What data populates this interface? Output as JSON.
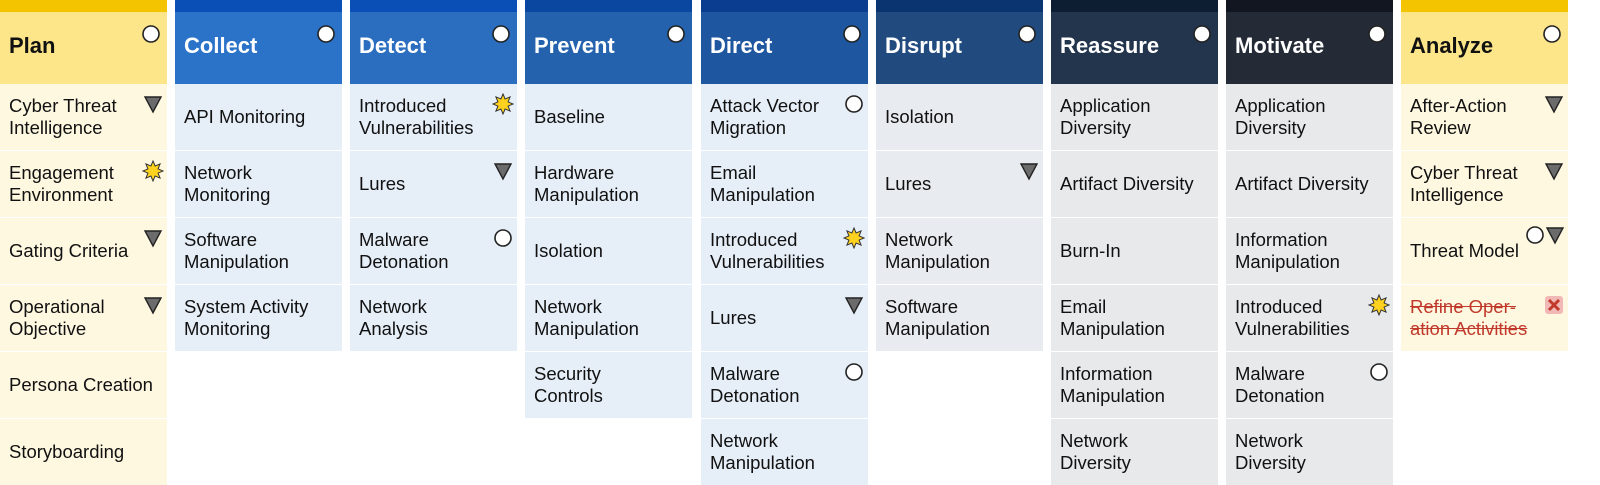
{
  "columns": [
    {
      "title": "Plan",
      "head_bg": "#fde58a",
      "top_bar": "#f5c400",
      "title_color": "#111111",
      "cell_bg": "#fff8e1",
      "items": [
        {
          "label": "Cyber Threat Intelligence",
          "lines": [
            "Cyber Threat",
            "Intelligence"
          ],
          "marker": "triangle-icon"
        },
        {
          "label": "Engagement Environment",
          "lines": [
            "Engagement",
            "Environment"
          ],
          "marker": "star-icon"
        },
        {
          "label": "Gating Criteria",
          "lines": [
            "Gating Criteria"
          ],
          "marker": "triangle-icon"
        },
        {
          "label": "Operational Objective",
          "lines": [
            "Operational",
            "Objective"
          ],
          "marker": "triangle-icon"
        },
        {
          "label": "Persona Creation",
          "lines": [
            "Persona Creation"
          ],
          "marker": ""
        },
        {
          "label": "Storyboarding",
          "lines": [
            "Storyboarding"
          ],
          "marker": ""
        }
      ]
    },
    {
      "title": "Collect",
      "head_bg": "#2b73c9",
      "top_bar": "#0a4fb5",
      "title_color": "#ffffff",
      "cell_bg": "#e6eef8",
      "items": [
        {
          "label": "API Monitoring",
          "lines": [
            "API Monitoring"
          ],
          "marker": ""
        },
        {
          "label": "Network Monitoring",
          "lines": [
            "Network",
            "Monitoring"
          ],
          "marker": ""
        },
        {
          "label": "Software Manipulation",
          "lines": [
            "Software",
            "Manipulation"
          ],
          "marker": ""
        },
        {
          "label": "System Activity Monitoring",
          "lines": [
            "System Activity",
            "Monitoring"
          ],
          "marker": ""
        }
      ]
    },
    {
      "title": "Detect",
      "head_bg": "#2b6ec0",
      "top_bar": "#0a4fb5",
      "title_color": "#ffffff",
      "cell_bg": "#e6eef8",
      "items": [
        {
          "label": "Introduced Vulnerabilities",
          "lines": [
            "Introduced",
            "Vulnerabilities"
          ],
          "marker": "star-icon"
        },
        {
          "label": "Lures",
          "lines": [
            "Lures"
          ],
          "marker": "triangle-icon"
        },
        {
          "label": "Malware Detonation",
          "lines": [
            "Malware",
            "Detonation"
          ],
          "marker": "circle-icon"
        },
        {
          "label": "Network Analysis",
          "lines": [
            "Network",
            "Analysis"
          ],
          "marker": ""
        }
      ]
    },
    {
      "title": "Prevent",
      "head_bg": "#2462ad",
      "top_bar": "#0a47a0",
      "title_color": "#ffffff",
      "cell_bg": "#e6eef8",
      "items": [
        {
          "label": "Baseline",
          "lines": [
            "Baseline"
          ],
          "marker": ""
        },
        {
          "label": "Hardware Manipulation",
          "lines": [
            "Hardware",
            "Manipulation"
          ],
          "marker": ""
        },
        {
          "label": "Isolation",
          "lines": [
            "Isolation"
          ],
          "marker": ""
        },
        {
          "label": "Network Manipulation",
          "lines": [
            "Network",
            "Manipulation"
          ],
          "marker": ""
        },
        {
          "label": "Security Controls",
          "lines": [
            "Security",
            "Controls"
          ],
          "marker": ""
        }
      ]
    },
    {
      "title": "Direct",
      "head_bg": "#1e56a0",
      "top_bar": "#0a3d8f",
      "title_color": "#ffffff",
      "cell_bg": "#e6eef8",
      "items": [
        {
          "label": "Attack Vector Migration",
          "lines": [
            "Attack Vector",
            "Migration"
          ],
          "marker": "circle-icon"
        },
        {
          "label": "Email Manipulation",
          "lines": [
            "Email",
            "Manipulation"
          ],
          "marker": ""
        },
        {
          "label": "Introduced Vulnerabilities",
          "lines": [
            "Introduced",
            "Vulnerabilities"
          ],
          "marker": "star-icon"
        },
        {
          "label": "Lures",
          "lines": [
            "Lures"
          ],
          "marker": "triangle-icon"
        },
        {
          "label": "Malware Detonation",
          "lines": [
            "Malware",
            "Detonation"
          ],
          "marker": "circle-icon"
        },
        {
          "label": "Network Manipulation",
          "lines": [
            "Network",
            "Manipulation"
          ],
          "marker": ""
        }
      ]
    },
    {
      "title": "Disrupt",
      "head_bg": "#214b7e",
      "top_bar": "#0a3470",
      "title_color": "#ffffff",
      "cell_bg": "#e8ebef",
      "items": [
        {
          "label": "Isolation",
          "lines": [
            "Isolation"
          ],
          "marker": ""
        },
        {
          "label": "Lures",
          "lines": [
            "Lures"
          ],
          "marker": "triangle-icon"
        },
        {
          "label": "Network Manipulation",
          "lines": [
            "Network",
            "Manipulation"
          ],
          "marker": ""
        },
        {
          "label": "Software Manipulation",
          "lines": [
            "Software",
            "Manipulation"
          ],
          "marker": ""
        }
      ]
    },
    {
      "title": "Reassure",
      "head_bg": "#22354d",
      "top_bar": "#0d1e33",
      "title_color": "#ffffff",
      "cell_bg": "#e8e9eb",
      "items": [
        {
          "label": "Application Diversity",
          "lines": [
            "Application",
            "Diversity"
          ],
          "marker": ""
        },
        {
          "label": "Artifact Diversity",
          "lines": [
            "Artifact Diversity"
          ],
          "marker": ""
        },
        {
          "label": "Burn-In",
          "lines": [
            "Burn-In"
          ],
          "marker": ""
        },
        {
          "label": "Email Manipulation",
          "lines": [
            "Email",
            "Manipulation"
          ],
          "marker": ""
        },
        {
          "label": "Information Manipulation",
          "lines": [
            "Information",
            "Manipulation"
          ],
          "marker": ""
        },
        {
          "label": "Network Diversity",
          "lines": [
            "Network",
            "Diversity"
          ],
          "marker": ""
        }
      ]
    },
    {
      "title": "Motivate",
      "head_bg": "#252b36",
      "top_bar": "#121620",
      "title_color": "#ffffff",
      "cell_bg": "#e8e9eb",
      "items": [
        {
          "label": "Application Diversity",
          "lines": [
            "Application",
            "Diversity"
          ],
          "marker": ""
        },
        {
          "label": "Artifact Diversity",
          "lines": [
            "Artifact Diversity"
          ],
          "marker": ""
        },
        {
          "label": "Information Manipulation",
          "lines": [
            "Information",
            "Manipulation"
          ],
          "marker": ""
        },
        {
          "label": "Introduced Vulnerabilities",
          "lines": [
            "Introduced",
            "Vulnerabilities"
          ],
          "marker": "star-icon"
        },
        {
          "label": "Malware Detonation",
          "lines": [
            "Malware",
            "Detonation"
          ],
          "marker": "circle-icon"
        },
        {
          "label": "Network Diversity",
          "lines": [
            "Network",
            "Diversity"
          ],
          "marker": ""
        }
      ]
    },
    {
      "title": "Analyze",
      "head_bg": "#fde58a",
      "top_bar": "#f5c400",
      "title_color": "#111111",
      "cell_bg": "#fff8e1",
      "items": [
        {
          "label": "After-Action Review",
          "lines": [
            "After-Action",
            "Review"
          ],
          "marker": "triangle-icon"
        },
        {
          "label": "Cyber Threat Intelligence",
          "lines": [
            "Cyber Threat",
            "Intelligence"
          ],
          "marker": "triangle-icon"
        },
        {
          "label": "Threat Model",
          "lines": [
            "Threat Model"
          ],
          "marker": "circle-triangle-icon"
        },
        {
          "label": "Refine Operation Activities",
          "lines": [
            "Refine Oper-",
            "ation Activities"
          ],
          "marker": "x-icon",
          "strike": true
        }
      ]
    }
  ],
  "header_marker": "circle-icon"
}
